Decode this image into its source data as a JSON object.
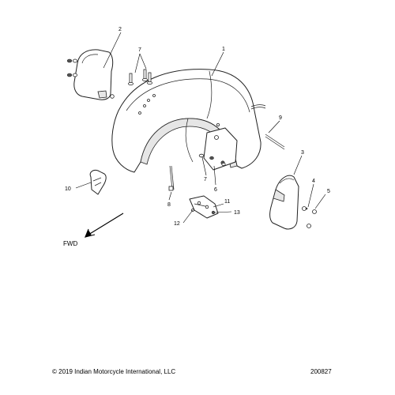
{
  "callouts": {
    "c1": "1",
    "c2": "2",
    "c3": "3",
    "c4": "4",
    "c5": "5",
    "c6": "6",
    "c7a": "7",
    "c7b": "7",
    "c8": "8",
    "c9": "9",
    "c10": "10",
    "c11": "11",
    "c12": "12",
    "c13": "13"
  },
  "direction_label": "FWD",
  "copyright": "© 2019 Indian Motorcycle International, LLC",
  "document_number": "200827"
}
